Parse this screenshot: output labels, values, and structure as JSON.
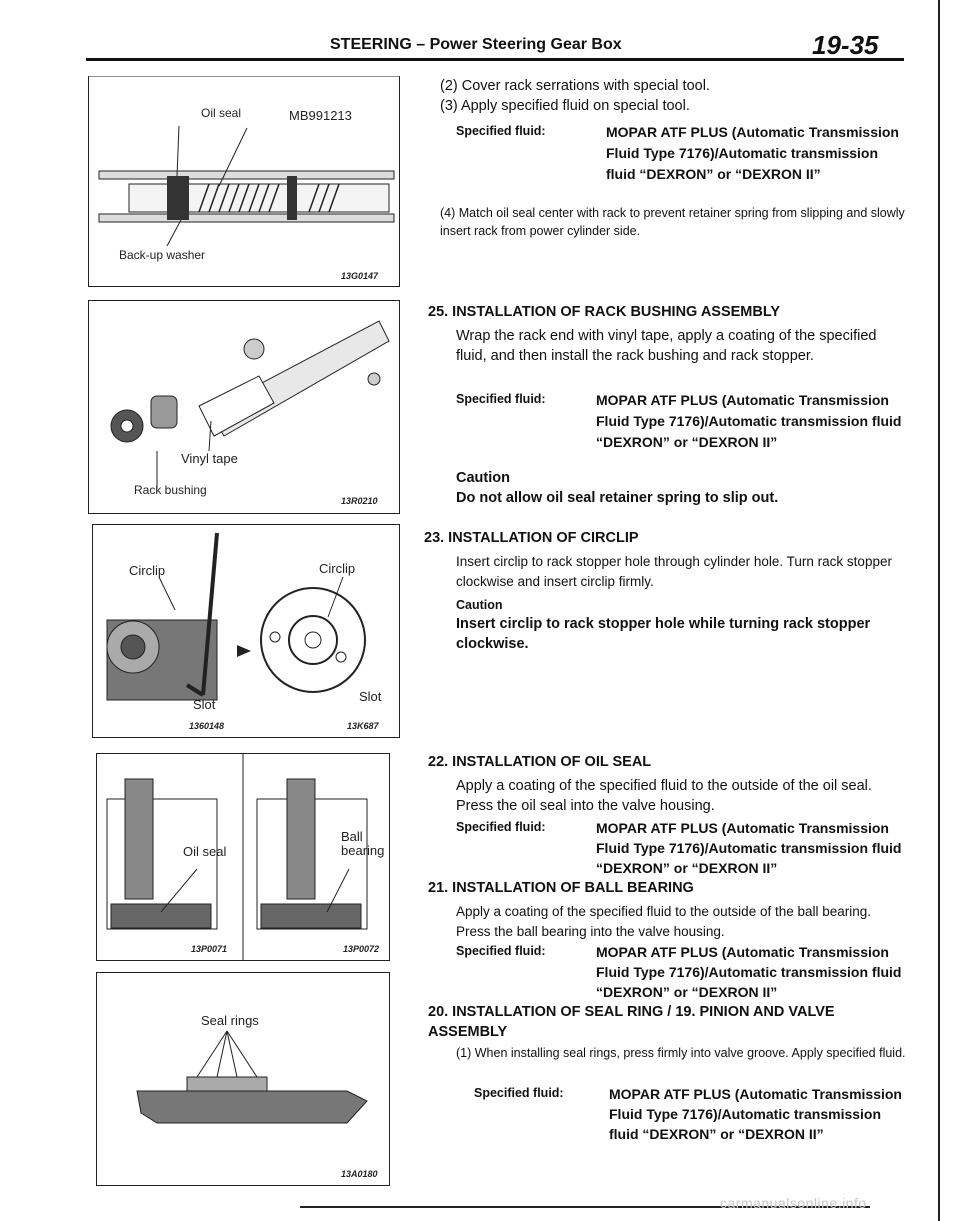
{
  "header": {
    "title": "STEERING – Power Steering Gear Box",
    "page_number": "19-35"
  },
  "fig1": {
    "label_oil_seal": "Oil seal",
    "label_tool": "MB991213",
    "label_backup": "Back-up washer",
    "code": "13G0147"
  },
  "fig2": {
    "label_vinyl": "Vinyl tape",
    "label_bushing": "Rack bushing",
    "code": "13R0210"
  },
  "fig3": {
    "label_circlip_left": "Circlip",
    "label_circlip_right": "Circlip",
    "label_slot_left": "Slot",
    "label_slot_right": "Slot",
    "code_left": "1360148",
    "code_right": "13K687"
  },
  "fig4": {
    "label_oil_seal": "Oil seal",
    "label_ball": "Ball bearing",
    "code_left": "13P0071",
    "code_right": "13P0072"
  },
  "fig5": {
    "label_seal_rings": "Seal rings",
    "code": "13A0180"
  },
  "section_top": {
    "step2": "(2) Cover rack serrations with special tool.",
    "step3": "(3) Apply specified fluid on special tool.",
    "sf_label": "Specified fluid:",
    "sf_value": "MOPAR ATF PLUS (Automatic Transmission Fluid Type 7176)/Automatic transmission fluid “DEXRON” or “DEXRON II”",
    "step4": "(4) Match oil seal center with rack to prevent retainer spring from slipping and slowly insert rack from power cylinder side."
  },
  "section25": {
    "heading": "25. INSTALLATION OF RACK BUSHING ASSEMBLY",
    "body": "Wrap the rack end with vinyl tape, apply a coating of the specified fluid, and then install the rack bushing and rack stopper.",
    "sf_label": "Specified fluid:",
    "sf_value": "MOPAR ATF PLUS (Automatic Transmission Fluid Type 7176)/Automatic transmission fluid “DEXRON” or “DEXRON II”",
    "caution_title": "Caution",
    "caution_text": "Do not allow oil seal retainer spring to slip out."
  },
  "section23": {
    "heading": "23. INSTALLATION OF CIRCLIP",
    "body": "Insert circlip to rack stopper hole through cylinder hole. Turn rack stopper clockwise and insert circlip firmly.",
    "caution_title": "Caution",
    "caution_text": "Insert circlip to rack stopper hole while turning rack stopper clockwise."
  },
  "section22": {
    "heading": "22. INSTALLATION OF OIL SEAL",
    "body": "Apply a coating of the specified fluid to the outside of the oil seal. Press the oil seal into the valve housing.",
    "sf_label": "Specified fluid:",
    "sf_value": "MOPAR ATF PLUS (Automatic Transmission Fluid Type 7176)/Automatic transmission fluid “DEXRON” or “DEXRON II”"
  },
  "section21": {
    "heading": "21. INSTALLATION OF BALL BEARING",
    "body": "Apply a coating of the specified fluid to the outside of the ball bearing. Press the ball bearing into the valve housing.",
    "sf_label": "Specified fluid:",
    "sf_value": "MOPAR ATF PLUS (Automatic Transmission Fluid Type 7176)/Automatic transmission fluid “DEXRON” or “DEXRON II”"
  },
  "section20": {
    "heading": "20. INSTALLATION OF SEAL RING / 19. PINION AND VALVE ASSEMBLY",
    "step1": "(1) When installing seal rings, press firmly into valve groove. Apply specified fluid.",
    "sf_label": "Specified fluid:",
    "sf_value": "MOPAR ATF PLUS (Automatic Transmission Fluid Type 7176)/Automatic transmission fluid “DEXRON” or “DEXRON II”"
  },
  "watermark": "carmanualsonline.info"
}
